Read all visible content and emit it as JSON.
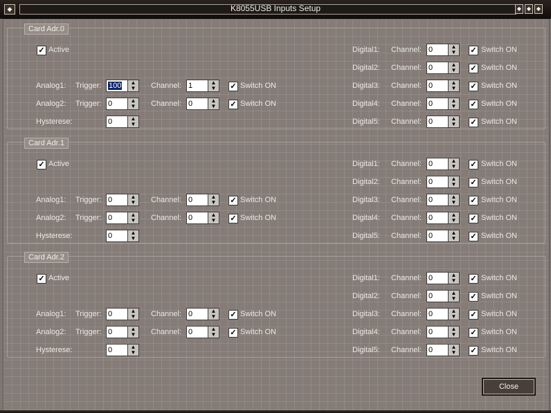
{
  "window": {
    "title": "K8055USB Inputs Setup"
  },
  "labels": {
    "active": "Active",
    "analog1": "Analog1:",
    "analog2": "Analog2:",
    "hysterese": "Hysterese:",
    "trigger": "Trigger:",
    "channel": "Channel:",
    "switch_on": "Switch ON",
    "digital": [
      "Digital1:",
      "Digital2:",
      "Digital3:",
      "Digital4:",
      "Digital5:"
    ]
  },
  "cards": [
    {
      "name": "Card Adr.0",
      "active": true,
      "analog": [
        {
          "trigger": "100",
          "channel": "1",
          "switch_on": true
        },
        {
          "trigger": "0",
          "channel": "0",
          "switch_on": true
        }
      ],
      "hysterese": "0",
      "digital": [
        {
          "channel": "0",
          "switch_on": true
        },
        {
          "channel": "0",
          "switch_on": true
        },
        {
          "channel": "0",
          "switch_on": true
        },
        {
          "channel": "0",
          "switch_on": true
        },
        {
          "channel": "0",
          "switch_on": true
        }
      ]
    },
    {
      "name": "Card Adr.1",
      "active": true,
      "analog": [
        {
          "trigger": "0",
          "channel": "0",
          "switch_on": true
        },
        {
          "trigger": "0",
          "channel": "0",
          "switch_on": true
        }
      ],
      "hysterese": "0",
      "digital": [
        {
          "channel": "0",
          "switch_on": true
        },
        {
          "channel": "0",
          "switch_on": true
        },
        {
          "channel": "0",
          "switch_on": true
        },
        {
          "channel": "0",
          "switch_on": true
        },
        {
          "channel": "0",
          "switch_on": true
        }
      ]
    },
    {
      "name": "Card Adr.2",
      "active": true,
      "analog": [
        {
          "trigger": "0",
          "channel": "0",
          "switch_on": true
        },
        {
          "trigger": "0",
          "channel": "0",
          "switch_on": true
        }
      ],
      "hysterese": "0",
      "digital": [
        {
          "channel": "0",
          "switch_on": true
        },
        {
          "channel": "0",
          "switch_on": true
        },
        {
          "channel": "0",
          "switch_on": true
        },
        {
          "channel": "0",
          "switch_on": true
        },
        {
          "channel": "0",
          "switch_on": true
        }
      ]
    }
  ],
  "footer": {
    "close_label": "Close"
  }
}
